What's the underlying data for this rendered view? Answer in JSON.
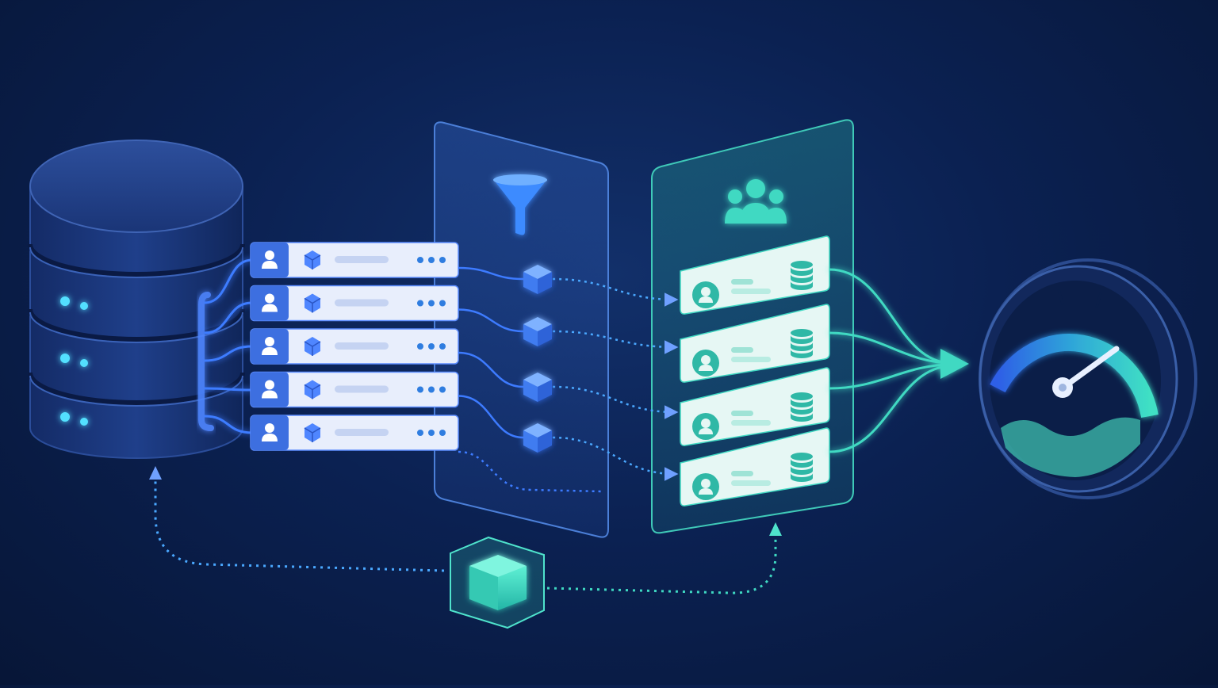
{
  "diagram": {
    "stages": [
      {
        "id": "database",
        "icon": "database-icon"
      },
      {
        "id": "records",
        "icon": "user-icon",
        "count": 5
      },
      {
        "id": "filter-panel",
        "icon": "funnel-icon"
      },
      {
        "id": "group-panel",
        "icon": "users-group-icon",
        "count": 4
      },
      {
        "id": "performance",
        "icon": "speedometer-icon"
      }
    ],
    "bottom_node": {
      "icon": "cube-icon"
    },
    "colors": {
      "background": "#0b2152",
      "blue_accent": "#3d7bff",
      "teal_accent": "#38d6c0",
      "card_light": "#e8eefc",
      "card_teal_light": "#e6f7f4"
    }
  }
}
